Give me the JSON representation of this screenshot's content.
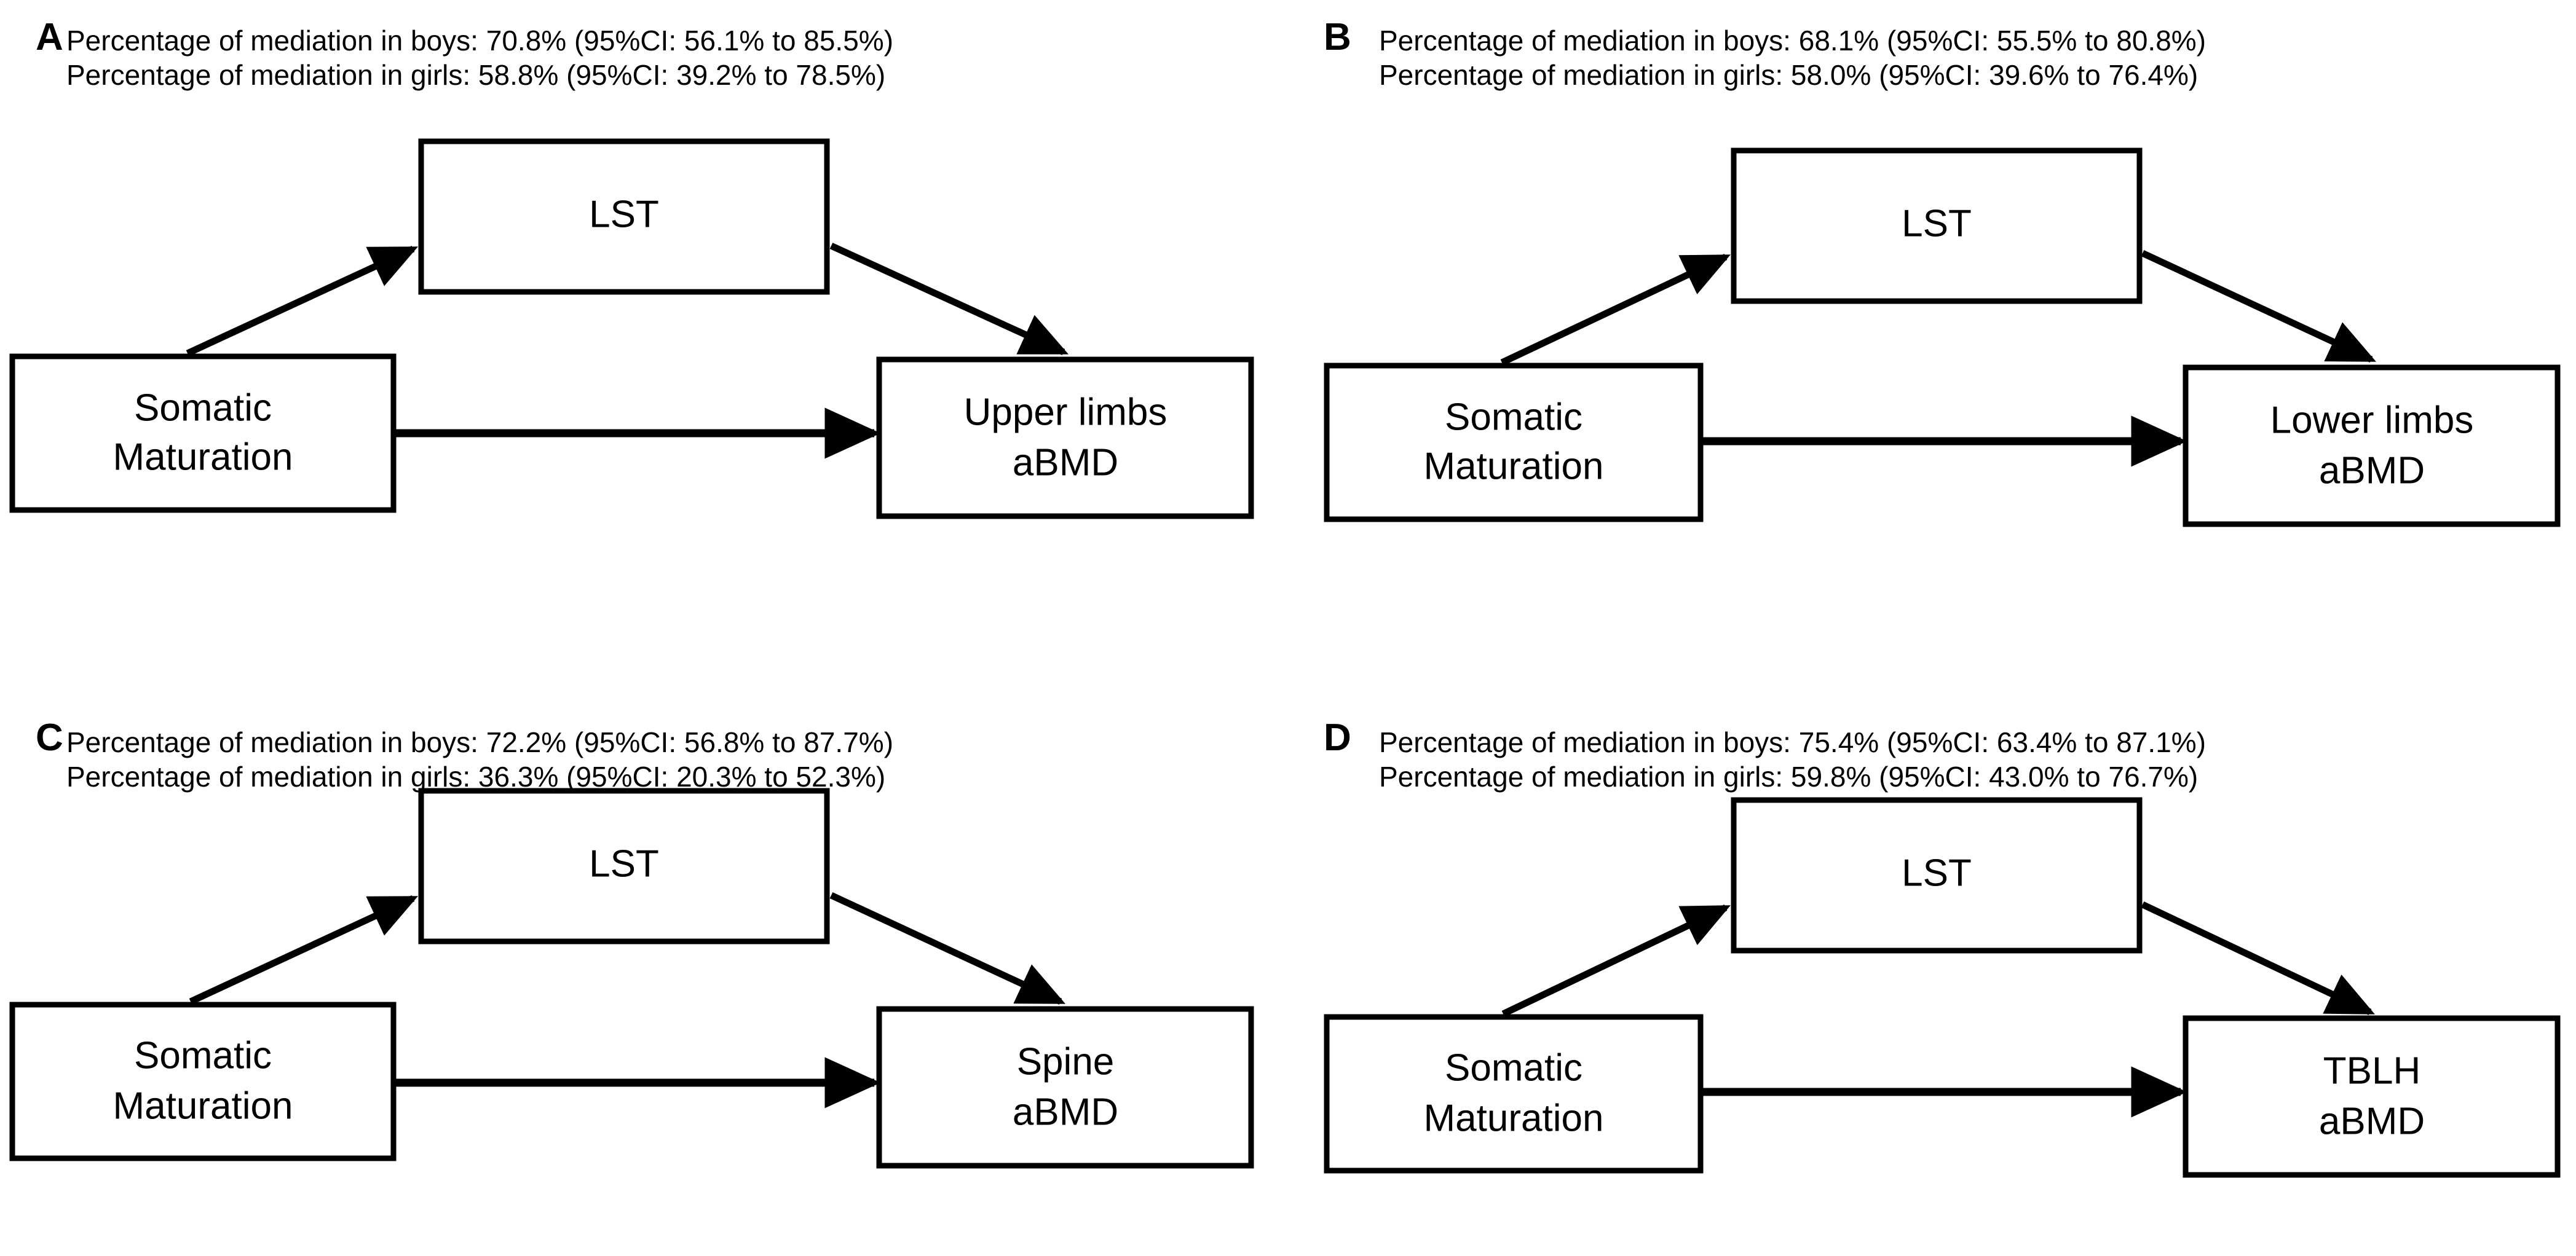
{
  "figure": {
    "type": "mediation-path-diagrams",
    "panel_count": 4,
    "mediator_label": "LST",
    "exposure_label_line1": "Somatic",
    "exposure_label_line2": "Maturation",
    "colors": {
      "ink": "#000000",
      "paper": "#ffffff"
    }
  },
  "panels": [
    {
      "letter": "A",
      "caption_boys": "Percentage of mediation in boys: 70.8% (95%CI: 56.1% to 85.5%)",
      "caption_girls": "Percentage of mediation in girls: 58.8% (95%CI: 39.2% to 78.5%)",
      "mediator": "LST",
      "exposure_line1": "Somatic",
      "exposure_line2": "Maturation",
      "outcome_line1": "Upper limbs",
      "outcome_line2": "aBMD",
      "mediation_boys_pct": 70.8,
      "mediation_boys_ci_low": 56.1,
      "mediation_boys_ci_high": 85.5,
      "mediation_girls_pct": 58.8,
      "mediation_girls_ci_low": 39.2,
      "mediation_girls_ci_high": 78.5
    },
    {
      "letter": "B",
      "caption_boys": "Percentage of mediation in boys: 68.1% (95%CI: 55.5% to 80.8%)",
      "caption_girls": "Percentage of mediation in girls: 58.0% (95%CI: 39.6% to 76.4%)",
      "mediator": "LST",
      "exposure_line1": "Somatic",
      "exposure_line2": "Maturation",
      "outcome_line1": "Lower limbs",
      "outcome_line2": "aBMD",
      "mediation_boys_pct": 68.1,
      "mediation_boys_ci_low": 55.5,
      "mediation_boys_ci_high": 80.8,
      "mediation_girls_pct": 58.0,
      "mediation_girls_ci_low": 39.6,
      "mediation_girls_ci_high": 76.4
    },
    {
      "letter": "C",
      "caption_boys": "Percentage of mediation in boys: 72.2% (95%CI: 56.8% to 87.7%)",
      "caption_girls": "Percentage of mediation in girls: 36.3% (95%CI: 20.3% to 52.3%)",
      "mediator": "LST",
      "exposure_line1": "Somatic",
      "exposure_line2": "Maturation",
      "outcome_line1": "Spine",
      "outcome_line2": "aBMD",
      "mediation_boys_pct": 72.2,
      "mediation_boys_ci_low": 56.8,
      "mediation_boys_ci_high": 87.7,
      "mediation_girls_pct": 36.3,
      "mediation_girls_ci_low": 20.3,
      "mediation_girls_ci_high": 52.3
    },
    {
      "letter": "D",
      "caption_boys": "Percentage of mediation in boys: 75.4% (95%CI: 63.4% to 87.1%)",
      "caption_girls": "Percentage of mediation in girls: 59.8% (95%CI: 43.0% to 76.7%)",
      "mediator": "LST",
      "exposure_line1": "Somatic",
      "exposure_line2": "Maturation",
      "outcome_line1": "TBLH",
      "outcome_line2": "aBMD",
      "mediation_boys_pct": 75.4,
      "mediation_boys_ci_low": 63.4,
      "mediation_boys_ci_high": 87.1,
      "mediation_girls_pct": 59.8,
      "mediation_girls_ci_low": 43.0,
      "mediation_girls_ci_high": 76.7
    }
  ]
}
